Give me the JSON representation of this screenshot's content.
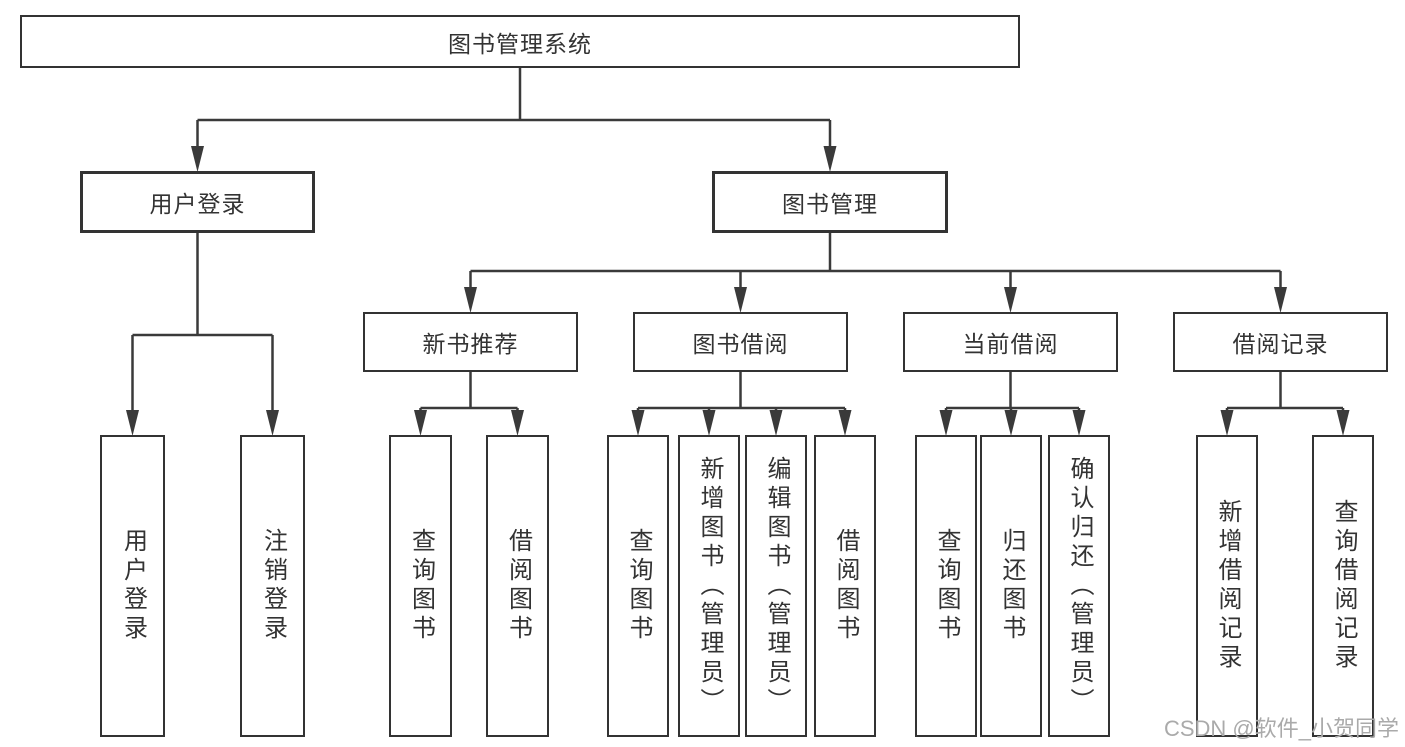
{
  "diagram": {
    "root": {
      "label": "图书管理系统",
      "children": [
        {
          "label": "用户登录",
          "children": [
            {
              "label": "用户登录"
            },
            {
              "label": "注销登录"
            }
          ]
        },
        {
          "label": "图书管理",
          "children": [
            {
              "label": "新书推荐",
              "children": [
                {
                  "label": "查询图书"
                },
                {
                  "label": "借阅图书"
                }
              ]
            },
            {
              "label": "图书借阅",
              "children": [
                {
                  "label": "查询图书"
                },
                {
                  "label": "新增图书（管理员）"
                },
                {
                  "label": "编辑图书（管理员）"
                },
                {
                  "label": "借阅图书"
                }
              ]
            },
            {
              "label": "当前借阅",
              "children": [
                {
                  "label": "查询图书"
                },
                {
                  "label": "归还图书"
                },
                {
                  "label": "确认归还（管理员）"
                }
              ]
            },
            {
              "label": "借阅记录",
              "children": [
                {
                  "label": "新增借阅记录"
                },
                {
                  "label": "查询借阅记录"
                }
              ]
            }
          ]
        }
      ]
    },
    "watermark": "CSDN @软件_小贺同学",
    "colors": {
      "line": "#3a3a3a",
      "text": "#333333",
      "watermark": "#aaaaaa",
      "background": "#ffffff"
    }
  }
}
